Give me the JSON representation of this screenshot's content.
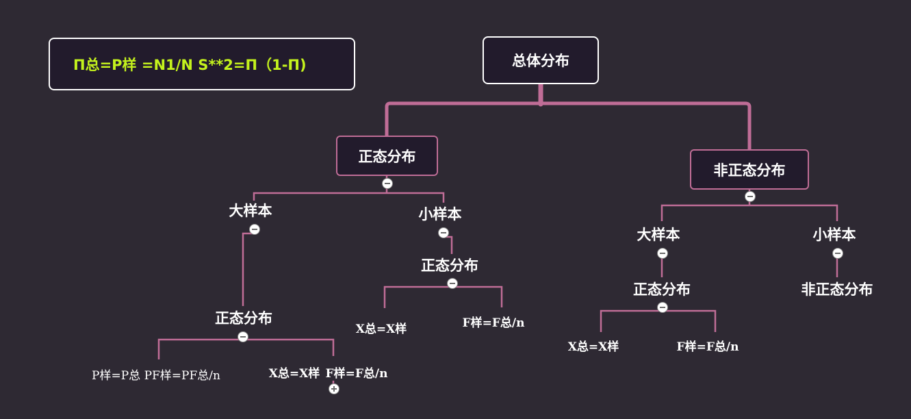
{
  "formula": "Π总=P样 =N1/N    S**2=Π（1-Π)",
  "root": "总体分布",
  "left": {
    "title": "正态分布",
    "large": {
      "label": "大样本",
      "child": "正态分布",
      "leaves": [
        "P样=P总 PF样=PF总/n",
        "X总=X样",
        "F样=F总/n"
      ]
    },
    "small": {
      "label": "小样本",
      "child": "正态分布",
      "leaves": [
        "X总=X样",
        "F样=F总/n"
      ]
    }
  },
  "right": {
    "title": "非正态分布",
    "large": {
      "label": "大样本",
      "child": "正态分布",
      "leaves": [
        "X总=X样",
        "F样=F总/n"
      ]
    },
    "small": {
      "label": "小样本",
      "child": "非正态分布"
    }
  },
  "colors": {
    "connector": "#c06d97",
    "formula": "#c4f21d",
    "background": "#2e2933"
  }
}
